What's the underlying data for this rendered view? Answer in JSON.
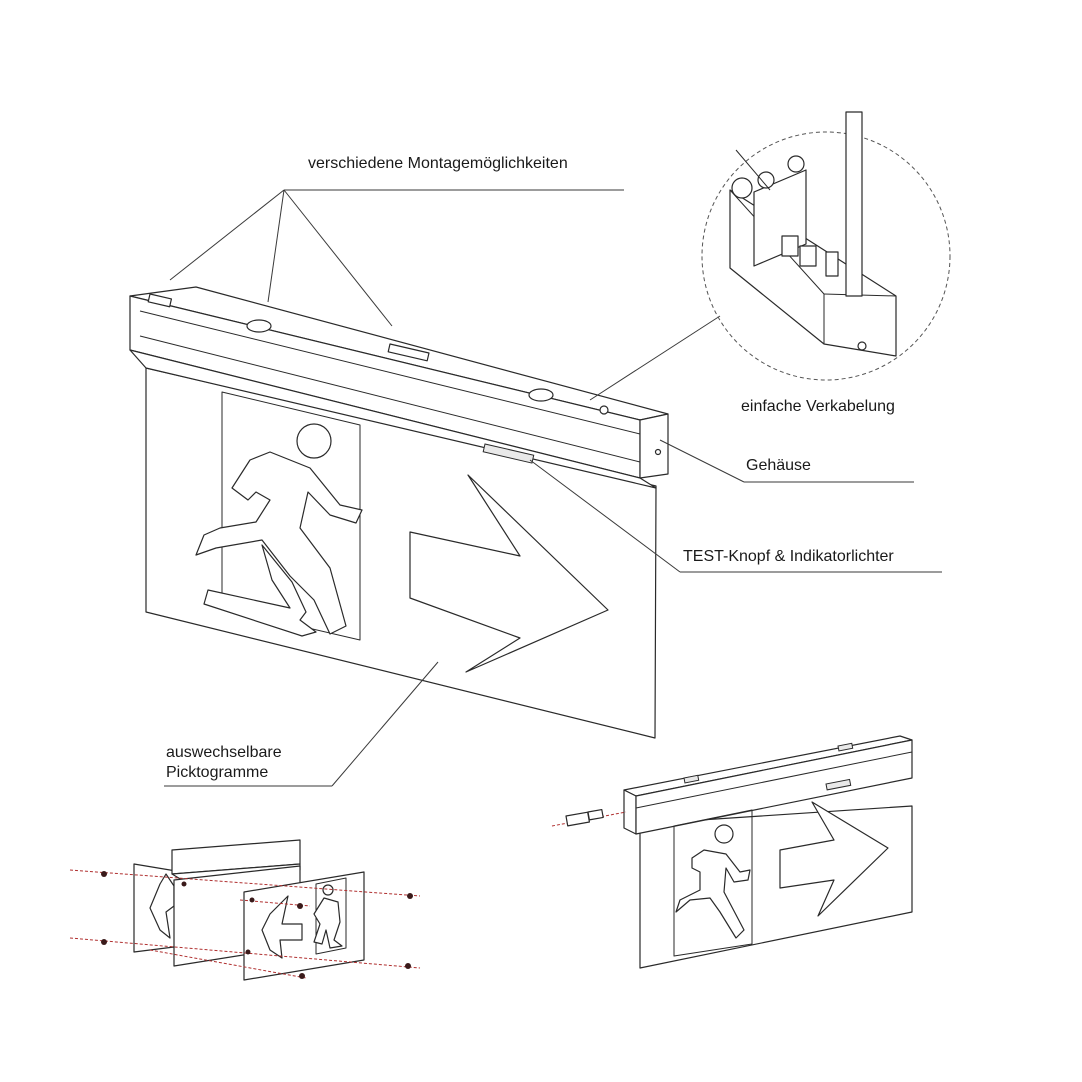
{
  "labels": {
    "mounting": "verschiedene Montagemöglichkeiten",
    "wiring": "einfache Verkabelung",
    "housing": "Gehäuse",
    "test": "TEST-Knopf & Indikatorlichter",
    "pictogram_line1": "auswechselbare",
    "pictogram_line2": "Picktogramme"
  },
  "colors": {
    "line": "#2a2a2a",
    "screw_axis": "#b03030",
    "background": "#ffffff"
  },
  "icons": [
    "running-man-icon",
    "arrow-right-icon",
    "arrow-left-icon",
    "screw-icon",
    "connector-icon"
  ]
}
